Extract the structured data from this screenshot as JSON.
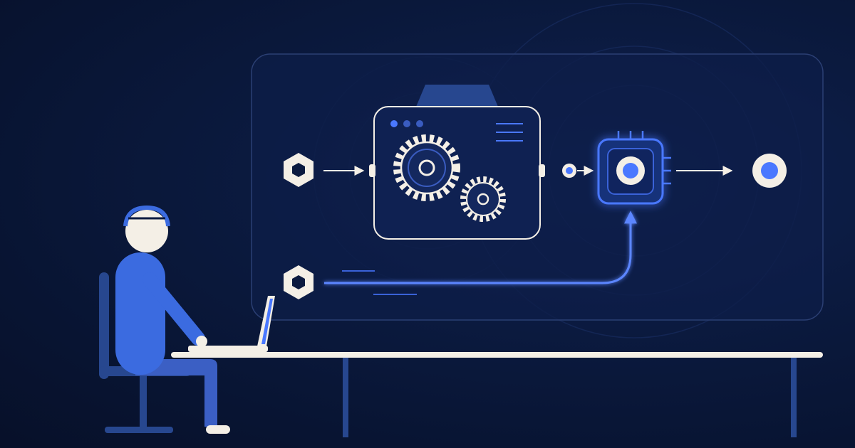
{
  "illustration": {
    "theme": "dark-blue",
    "colors": {
      "background": "#0b1a3f",
      "panel_border": "#2b3f73",
      "accent": "#4a78ff",
      "glow": "#3d6cff",
      "light": "#f4efe6",
      "person": "#3b6be0",
      "chair": "#27478f"
    },
    "elements": [
      {
        "name": "input-hexagon-icon",
        "count": 2
      },
      {
        "name": "gear-machine-icon",
        "count": 1
      },
      {
        "name": "processor-chip-icon",
        "count": 1
      },
      {
        "name": "output-circle-icon",
        "count": 1
      },
      {
        "name": "person-at-laptop",
        "count": 1
      }
    ]
  }
}
